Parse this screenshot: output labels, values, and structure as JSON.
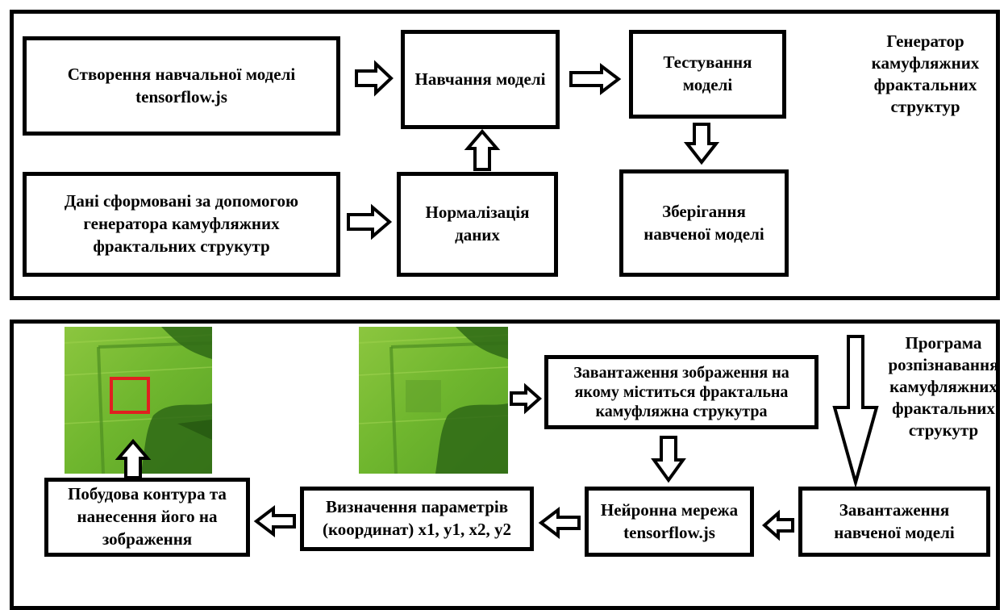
{
  "top_panel": {
    "title": "Генератор камуфляжних фрактальних структур",
    "create_model": "Створення навчальної моделі tensorflow.js",
    "train_model": "Навчання моделі",
    "test_model": "Тестування моделі",
    "data_source": "Дані сформовані за допомогою генератора камуфляжних фрактальних струкутр",
    "normalize": "Нормалізація даних",
    "save_model": "Зберігання навченої моделі"
  },
  "bottom_panel": {
    "title": "Програма розпізнавання камуфляжних фрактальних струкутр",
    "load_image": "Завантаження зображення на якому міститься фрактальна камуфляжна струкутра",
    "neural_net": "Нейронна мережа tensorflow.js",
    "load_trained": "Завантаження навченої моделі",
    "params": "Визначення параметрів (координат) x1, y1, x2, y2",
    "contour": "Побудова контура та нанесення його на зображення"
  },
  "colors": {
    "field_green": "#6fb62e",
    "field_light": "#9bd04a",
    "field_dark": "#2f6a16",
    "highlight_box": "#e02020"
  },
  "icons": [
    "field-photo-with-detection",
    "field-photo-input"
  ]
}
